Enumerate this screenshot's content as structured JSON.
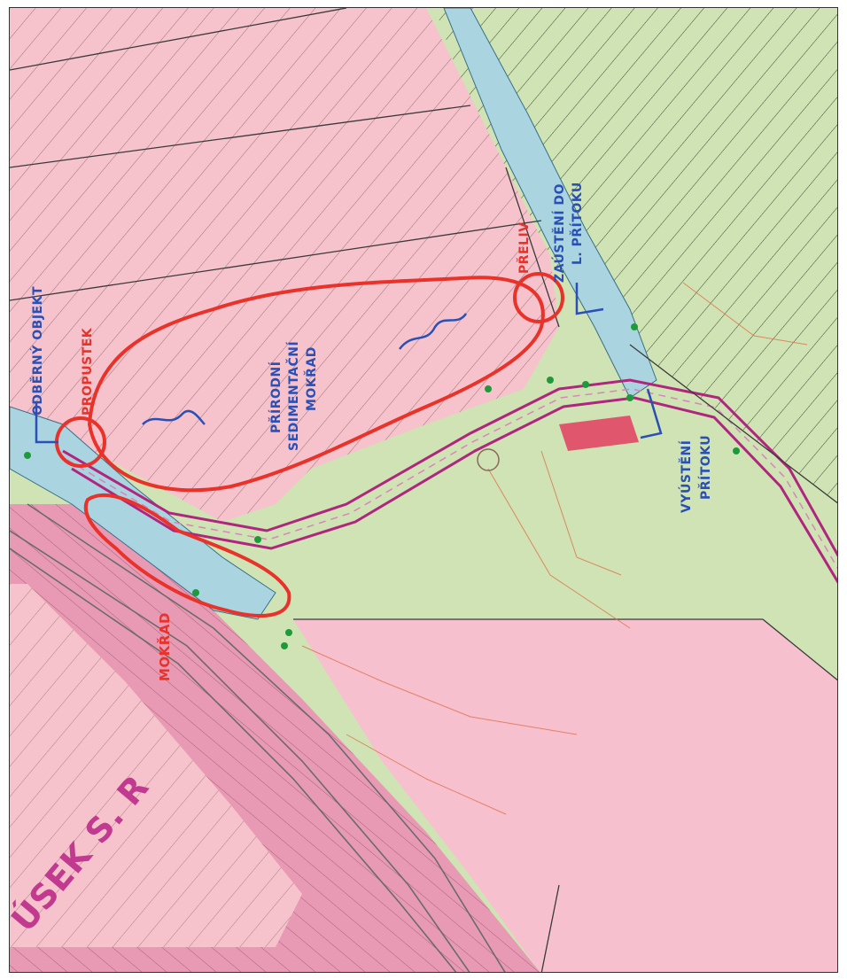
{
  "map": {
    "labels": {
      "odberny_objekt": "ODBĚRNÝ OBJEKT",
      "propustek": "PROPUSTEK",
      "prirodni": "PŘÍRODNÍ",
      "sedimentacni": "SEDIMENTAČNÍ",
      "mokrad_center": "MOKŘAD",
      "preliv": "PŘELIV",
      "zaustene": "ZAÚSTĚNÍ DO",
      "l_pritoku": "L. PŘÍTOKU",
      "vyusteni": "VYÚSTĚNÍ",
      "pritoku": "PŘÍTOKU",
      "mokrad_left": "MOKŘAD",
      "usek": "ÚSEK S. R"
    },
    "colors": {
      "wetland_marking": "#e8322a",
      "annotation_blue": "#2a4fb5",
      "watercourse": "#a9d4e0",
      "road_magenta": "#b0257e",
      "parcel_pink": "#f6c3cc",
      "rail_pink": "#e89ab4",
      "meadow_green": "#cfe3b4",
      "tree_green": "#1f9a3b"
    }
  }
}
